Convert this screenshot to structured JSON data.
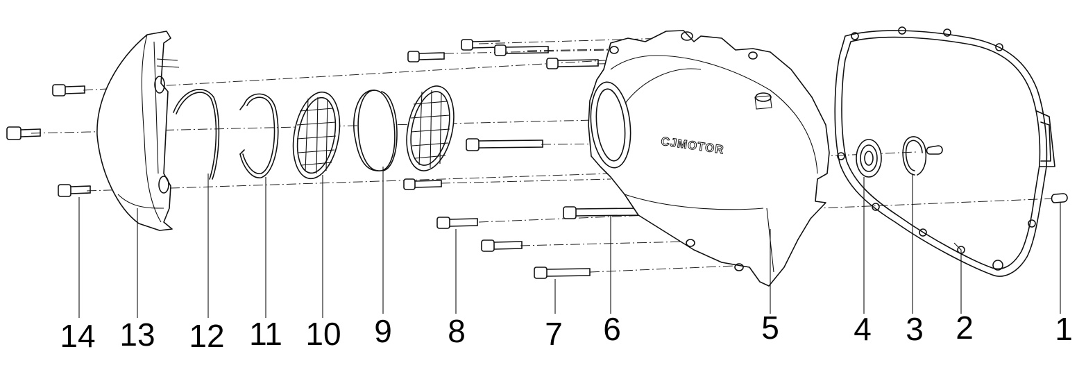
{
  "callouts": [
    {
      "id": "14",
      "label": "14"
    },
    {
      "id": "13",
      "label": "13"
    },
    {
      "id": "12",
      "label": "12"
    },
    {
      "id": "11",
      "label": "11"
    },
    {
      "id": "10",
      "label": "10"
    },
    {
      "id": "9",
      "label": "9"
    },
    {
      "id": "8",
      "label": "8"
    },
    {
      "id": "7",
      "label": "7"
    },
    {
      "id": "6",
      "label": "6"
    },
    {
      "id": "5",
      "label": "5"
    },
    {
      "id": "4",
      "label": "4"
    },
    {
      "id": "3",
      "label": "3"
    },
    {
      "id": "2",
      "label": "2"
    },
    {
      "id": "1",
      "label": "1"
    }
  ],
  "cover_logo": "CJMOTOR"
}
